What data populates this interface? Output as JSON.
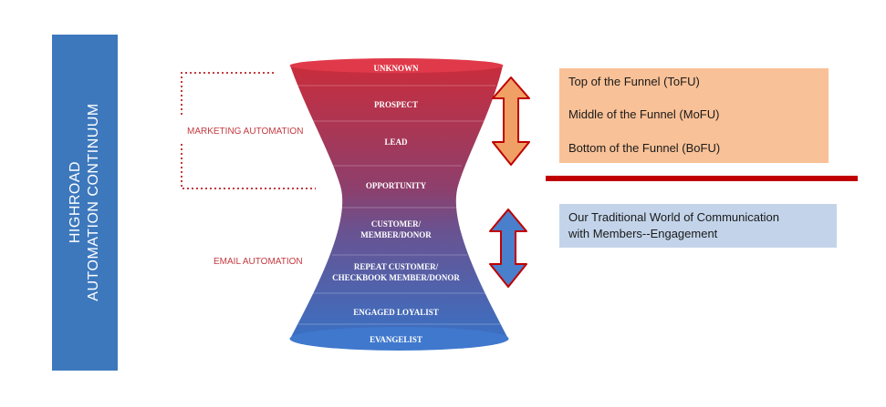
{
  "sidebar": {
    "line1": "HIGHROAD",
    "line2": "AUTOMATION CONTINUUM"
  },
  "funnel": {
    "stages": [
      [
        "UNKNOWN"
      ],
      [
        "PROSPECT"
      ],
      [
        "LEAD"
      ],
      [
        "OPPORTUNITY"
      ],
      [
        "CUSTOMER/",
        "MEMBER/DONOR"
      ],
      [
        "REPEAT CUSTOMER/",
        "CHECKBOOK MEMBER/DONOR"
      ],
      [
        "ENGAGED LOYALIST"
      ],
      [
        "EVANGELIST"
      ]
    ],
    "colors": {
      "top": "#c92d3c",
      "middle": "#7d4e86",
      "bottom": "#3a70c3"
    }
  },
  "marketing_automation": {
    "label": "MARKETING AUTOMATION"
  },
  "email_automation": {
    "label": "EMAIL AUTOMATION"
  },
  "arrows": {
    "top_arrow": {
      "fill": "#f0a064",
      "stroke": "#c00000"
    },
    "bottom_arrow": {
      "fill": "#4a7fcc",
      "stroke": "#c00000"
    }
  },
  "funnel_box": {
    "tofu": "Top of the Funnel (ToFU)",
    "mofu": "Middle of the Funnel (MoFU)",
    "bofu": "Bottom of the Funnel (BoFU)",
    "color": "#f9c197"
  },
  "divider": {
    "color": "#c00000"
  },
  "traditional_box": {
    "line1": "Our Traditional  World of Communication",
    "line2": "with Members--Engagement",
    "color": "#c3d4ea"
  }
}
